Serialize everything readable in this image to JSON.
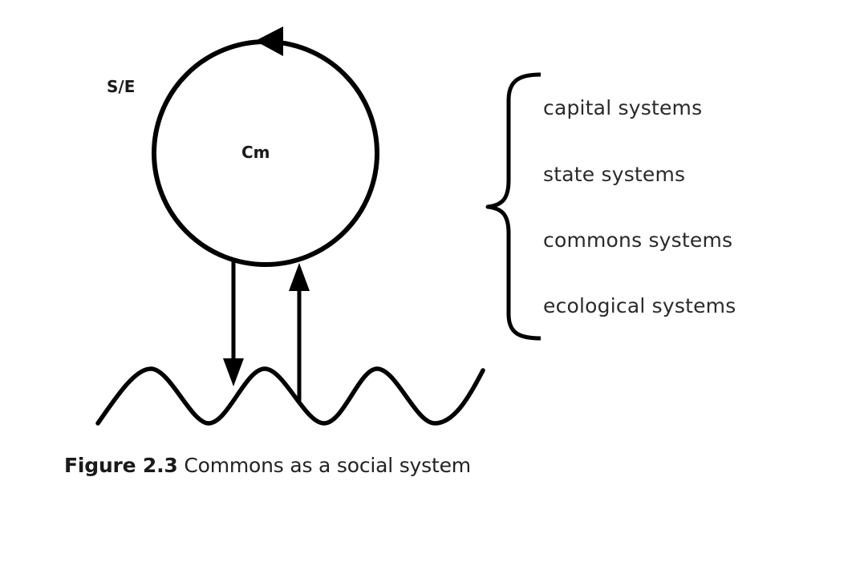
{
  "diagram": {
    "outer_label": "S/E",
    "center_label": "Cm",
    "circle_direction": "counter-clockwise",
    "flows": [
      {
        "name": "down-arrow",
        "direction": "down",
        "from": "Cm",
        "to": "ground"
      },
      {
        "name": "up-arrow",
        "direction": "up",
        "from": "ground",
        "to": "Cm"
      }
    ],
    "brace_items": [
      {
        "label": "capital systems"
      },
      {
        "label": "state systems"
      },
      {
        "label": "commons systems"
      },
      {
        "label": "ecological systems"
      }
    ],
    "colors": {
      "stroke": "#000000",
      "text": "#222222",
      "background": "#ffffff"
    }
  },
  "caption": {
    "figure_number": "Figure 2.3",
    "title": "Commons as a social system"
  }
}
